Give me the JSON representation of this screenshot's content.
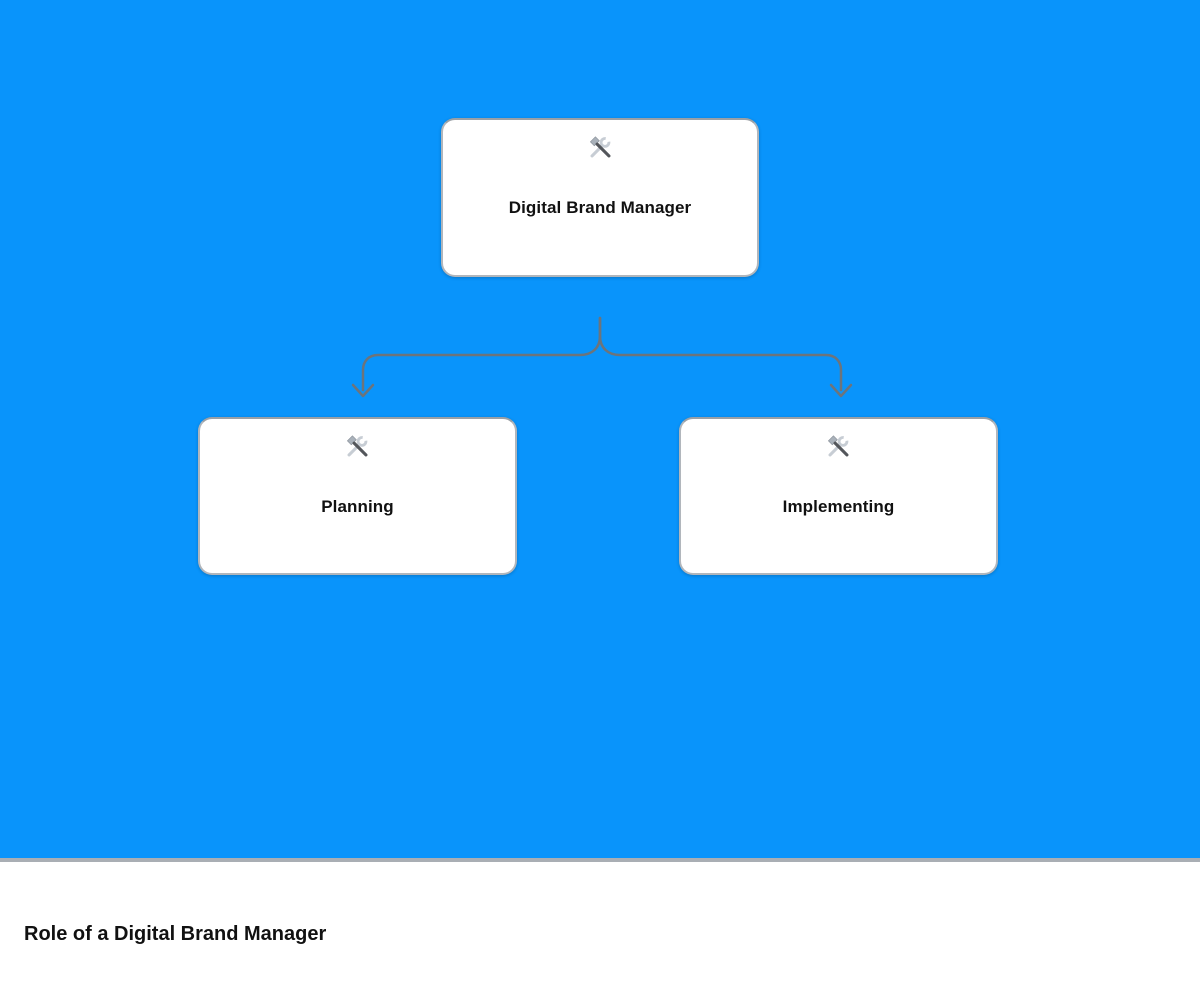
{
  "diagram": {
    "background_color": "#0994fb",
    "connector_color": "#6d747b",
    "node_border_color": "#b1b6bc",
    "nodes": [
      {
        "id": "root",
        "label": "Digital Brand Manager",
        "icon": "hammer-wrench-icon"
      },
      {
        "id": "left",
        "label": "Planning",
        "icon": "hammer-wrench-icon"
      },
      {
        "id": "right",
        "label": "Implementing",
        "icon": "hammer-wrench-icon"
      }
    ],
    "edges": [
      {
        "from": "root",
        "to": "left"
      },
      {
        "from": "root",
        "to": "right"
      }
    ]
  },
  "footer": {
    "title": "Role of a Digital Brand Manager"
  }
}
